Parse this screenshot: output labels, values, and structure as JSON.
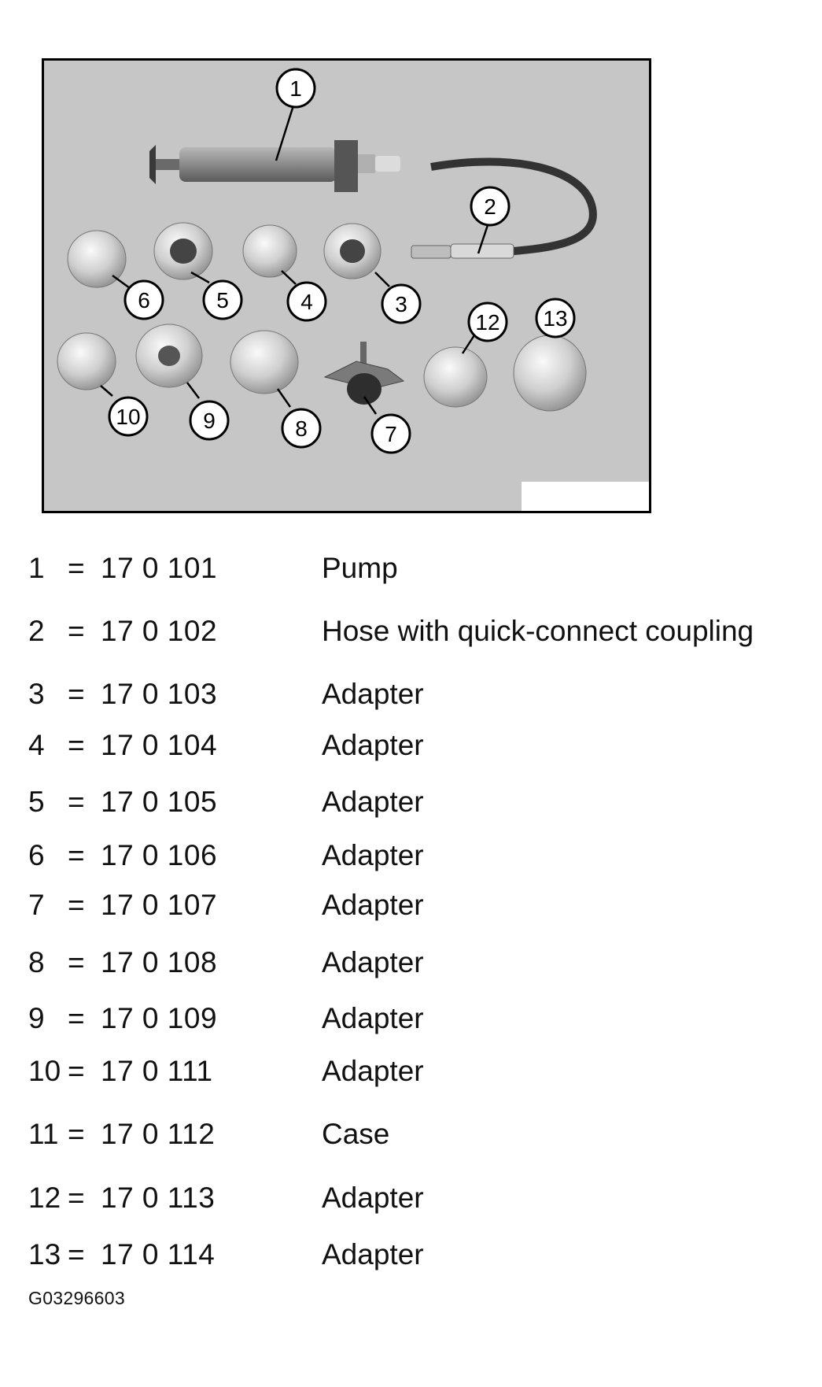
{
  "figure": {
    "callouts": [
      "1",
      "2",
      "3",
      "4",
      "5",
      "6",
      "7",
      "8",
      "9",
      "10",
      "12",
      "13"
    ]
  },
  "parts": [
    {
      "number": "1",
      "eq": "=",
      "code": "17 0 101",
      "description": "Pump"
    },
    {
      "number": "2",
      "eq": "=",
      "code": "17 0 102",
      "description": "Hose with quick-connect coupling"
    },
    {
      "number": "3",
      "eq": "=",
      "code": "17 0 103",
      "description": "Adapter"
    },
    {
      "number": "4",
      "eq": "=",
      "code": "17 0 104",
      "description": "Adapter"
    },
    {
      "number": "5",
      "eq": "=",
      "code": "17 0 105",
      "description": "Adapter"
    },
    {
      "number": "6",
      "eq": "=",
      "code": "17 0 106",
      "description": "Adapter"
    },
    {
      "number": "7",
      "eq": "=",
      "code": "17 0 107",
      "description": "Adapter"
    },
    {
      "number": "8",
      "eq": "=",
      "code": "17 0 108",
      "description": "Adapter"
    },
    {
      "number": "9",
      "eq": "=",
      "code": "17 0 109",
      "description": "Adapter"
    },
    {
      "number": "10",
      "eq": "=",
      "code": "17 0 111",
      "description": "Adapter"
    },
    {
      "number": "11",
      "eq": "=",
      "code": "17 0 112",
      "description": "Case"
    },
    {
      "number": "12",
      "eq": "=",
      "code": "17 0 113",
      "description": "Adapter"
    },
    {
      "number": "13",
      "eq": "=",
      "code": "17 0 114",
      "description": "Adapter"
    }
  ],
  "footer": {
    "graphic_id": "G03296603"
  }
}
